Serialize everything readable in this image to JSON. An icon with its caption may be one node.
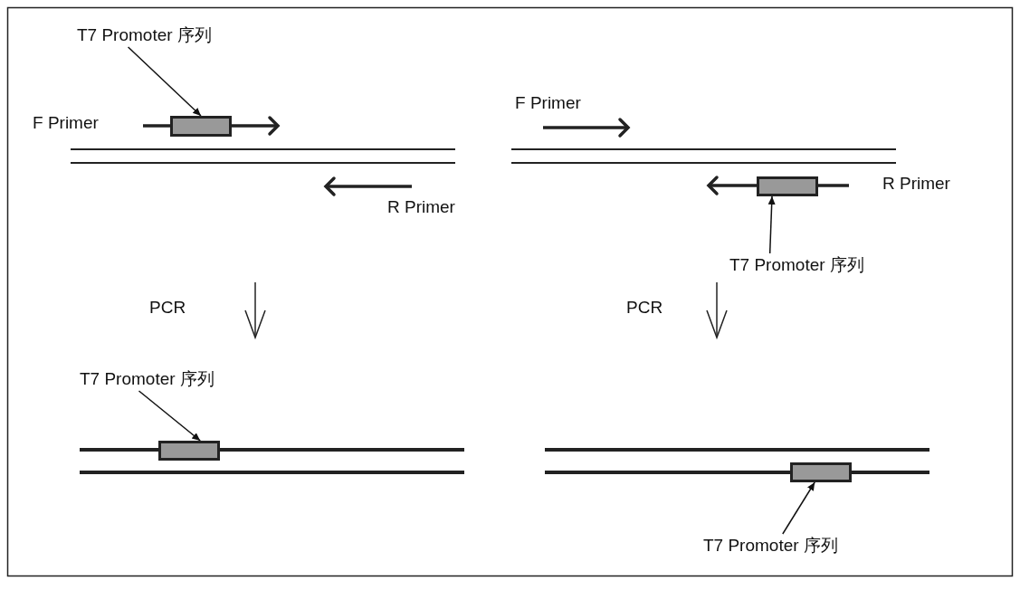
{
  "diagram": {
    "nodes": [
      {
        "text": [
          "T7 Promoter 序列"
        ]
      },
      {
        "text": [],
        "shape": "box"
      },
      {
        "text": [
          "T7 Promoter 序列"
        ]
      },
      {
        "text": [],
        "shape": "box"
      },
      {
        "text": [
          "T7 Promoter 序列"
        ]
      },
      {
        "text": [],
        "shape": "box"
      },
      {
        "text": [],
        "shape": "box"
      },
      {
        "text": [
          "T7 Promoter 序列"
        ]
      }
    ],
    "edges": [
      {
        "from": 0,
        "to": 1,
        "arrow": "to"
      },
      {
        "from": 2,
        "to": 3,
        "arrow": "to"
      },
      {
        "from": 4,
        "to": 5,
        "arrow": "to"
      },
      {
        "from": 7,
        "to": 6,
        "arrow": "to"
      }
    ],
    "labels": [
      "F Primer",
      "R Primer",
      "F Primer",
      "R Primer",
      "PCR",
      "PCR"
    ]
  }
}
